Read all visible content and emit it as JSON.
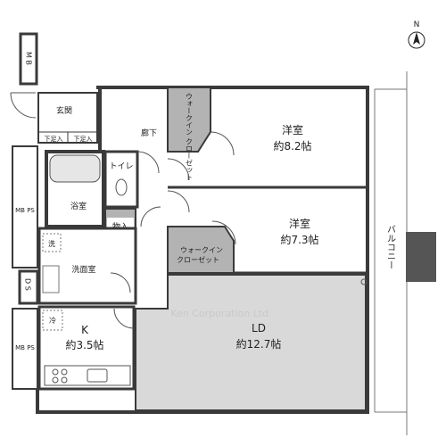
{
  "labels": {
    "mb_top": "M B",
    "genkan": "玄関",
    "geta_left": "下足入",
    "geta_right": "下足入",
    "walkin1": "ウォークイン クローゼット",
    "rouka": "廊下",
    "yoshitsu1_name": "洋室",
    "yoshitsu1_size": "約8.2帖",
    "toilet": "トイレ",
    "yokushitsu": "浴室",
    "mono": "物入",
    "yoshitsu2_name": "洋室",
    "yoshitsu2_size": "約7.3帖",
    "walkin2_line1": "ウォークイン",
    "walkin2_line2": "クローゼット",
    "mbps_upper": "MB PS",
    "sentaku": "洗",
    "senmenjo": "洗面室",
    "ds": "D S",
    "reizo": "冷",
    "k_name": "K",
    "k_size": "約3.5帖",
    "ld_name": "LD",
    "ld_size": "約12.7帖",
    "mbps_lower": "MB PS",
    "balcony": "バルコニー",
    "north": "N",
    "watermark": "Ken Corporation Ltd."
  },
  "colors": {
    "wall": "#3a3a3a",
    "room_fill": "#ffffff",
    "ld_fill": "#d9d9d9",
    "closet_fill": "#b3b3b3",
    "column_fill": "#555555",
    "bath_fill": "#c8c8c8"
  }
}
